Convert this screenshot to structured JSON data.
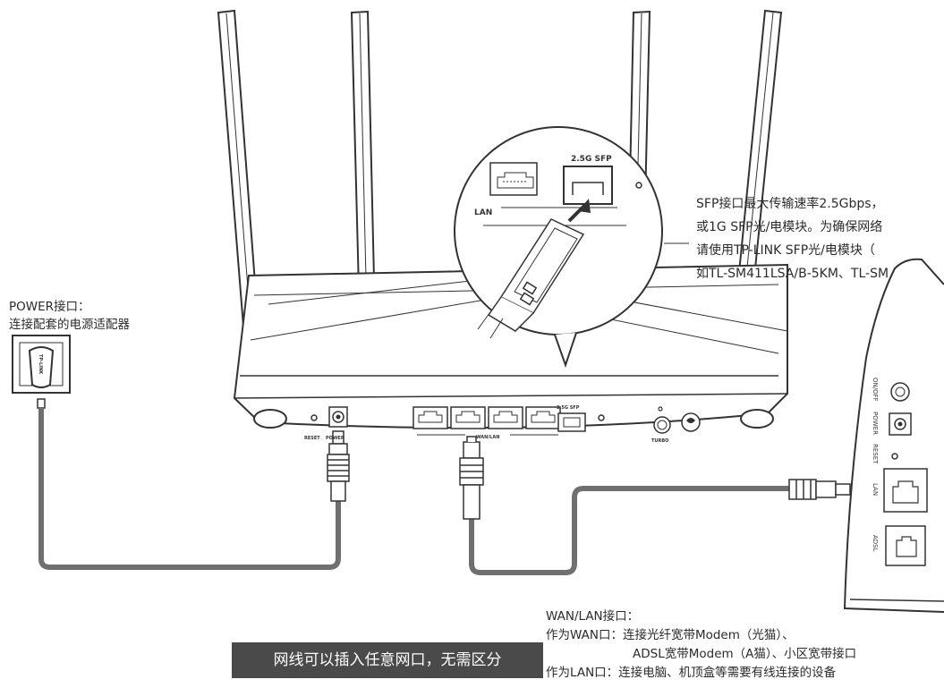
{
  "power_callout": {
    "title": "POWER接口：",
    "desc": "连接配套的电源适配器"
  },
  "sfp_callout": {
    "lines": [
      "SFP接口最大传输速率2.5Gbps，",
      "或1G SFP光/电模块。为确保网络",
      "请使用TP-LINK SFP光/电模块（",
      "如TL-SM411LSA/B-5KM、TL-SM"
    ]
  },
  "wan_callout": {
    "title": "WAN/LAN接口：",
    "line1": "作为WAN口：连接光纤宽带Modem（光猫）、",
    "line2": "ADSL宽带Modem（A猫）、小区宽带接口",
    "line3": "作为LAN口：连接电脑、机顶盒等需要有线连接的设备"
  },
  "tip": "网线可以插入任意网口，无需区分",
  "labels": {
    "zoom_lan": "LAN",
    "zoom_sfp": "2.5G SFP",
    "router_sfp": "2.5G SFP",
    "router_wanlan": "WAN/LAN",
    "router_reset": "RESET",
    "router_power": "POWER",
    "router_turbo": "TURBO",
    "adapter_brand": "TP-LINK",
    "modem_onoff": "ON/OFF",
    "modem_power": "POWER",
    "modem_reset": "RESET",
    "modem_lan": "LAN",
    "modem_adsl": "ADSL"
  }
}
